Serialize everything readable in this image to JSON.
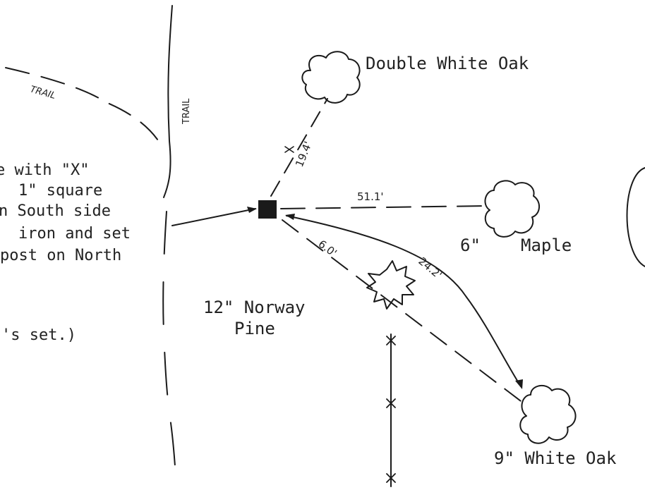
{
  "labels": {
    "double_white_oak": "Double White Oak",
    "maple_size": "6\"",
    "maple_name": "Maple",
    "norway_pine_line1": "12\" Norway",
    "norway_pine_line2": "Pine",
    "white_oak_9": "9\" White Oak",
    "trail_left": "TRAIL",
    "trail_vertical": "TRAIL"
  },
  "distances": {
    "to_double_white_oak": "19.4'",
    "to_maple": "51.1'",
    "to_norway_pine": "6.0'",
    "to_white_oak": "24.2'"
  },
  "description_lines": [
    "e with \"X\"",
    " 1\" square",
    "n South side",
    " iron and set",
    "post on North",
    "'s set.)"
  ]
}
